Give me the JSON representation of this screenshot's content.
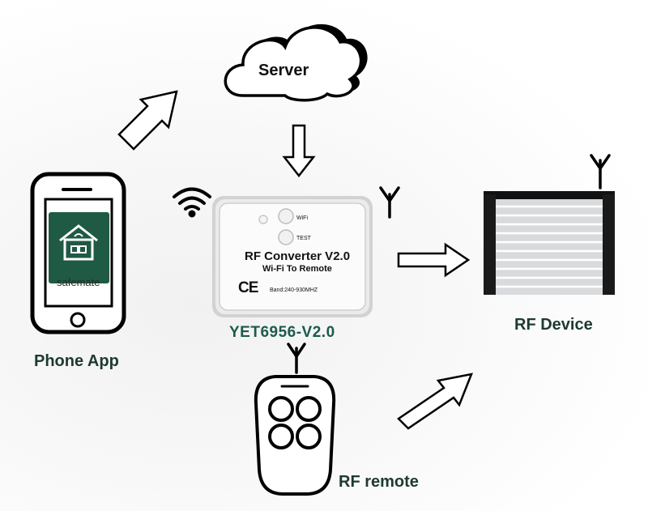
{
  "nodes": {
    "server": {
      "label": "Server"
    },
    "phone": {
      "label": "Phone App",
      "app_name": "safemate"
    },
    "converter": {
      "title": "RF Converter  V2.0",
      "subtitle": "Wi-Fi To Remote",
      "band": "Band:240-930MHZ",
      "ce_mark": "CE",
      "button_wifi": "WiFi",
      "button_test": "TEST",
      "model": "YET6956-V2.0"
    },
    "rf_device": {
      "label": "RF Device"
    },
    "rf_remote": {
      "label": "RF remote"
    }
  },
  "colors": {
    "phone_screen": "#1f5a45",
    "label_text": "#1e3a30",
    "model_text": "#1c5b4c"
  }
}
